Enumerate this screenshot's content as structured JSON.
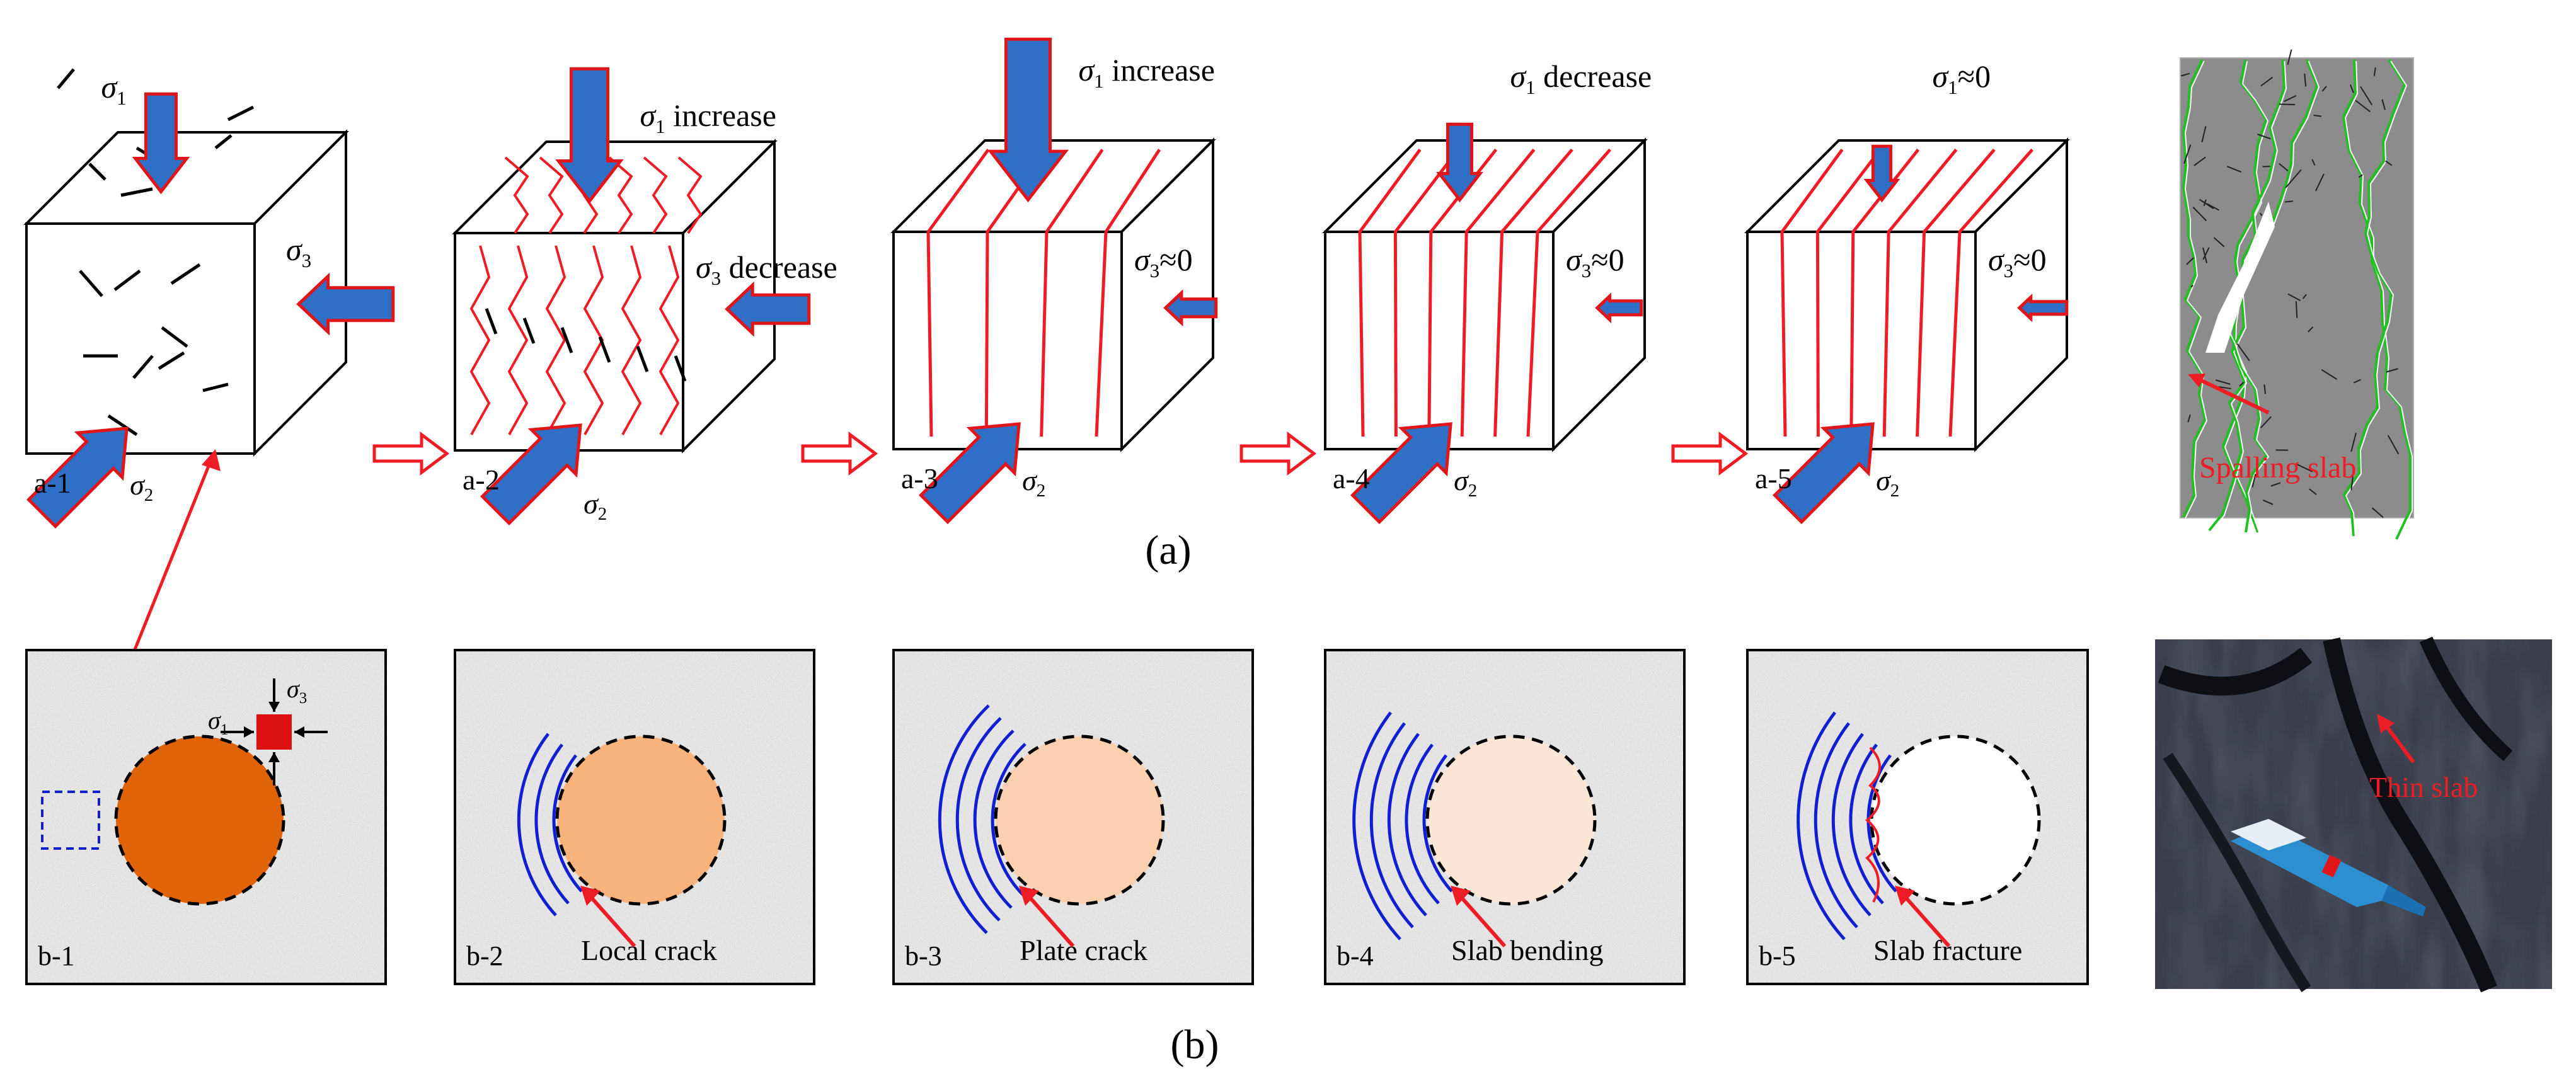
{
  "row_a": {
    "panels": [
      {
        "id": "a-1",
        "label": "a-1",
        "sigma1_note": "",
        "sigma3_note": ""
      },
      {
        "id": "a-2",
        "label": "a-2",
        "sigma1_note": "increase",
        "sigma3_note": "decrease"
      },
      {
        "id": "a-3",
        "label": "a-3",
        "sigma1_note": "increase",
        "sigma3_note": "≈0"
      },
      {
        "id": "a-4",
        "label": "a-4",
        "sigma1_note": "decrease",
        "sigma3_note": "≈0"
      },
      {
        "id": "a-5",
        "label": "a-5",
        "sigma1_note": "≈0",
        "sigma3_note": "≈0"
      }
    ],
    "sigma1": "σ1",
    "sigma2": "σ2",
    "sigma3": "σ3",
    "sim_annotation": "Spalling slab",
    "caption": "(a)"
  },
  "row_b": {
    "panels": [
      {
        "id": "b-1",
        "label": "b-1",
        "caption": "",
        "hole_color": "#e06305"
      },
      {
        "id": "b-2",
        "label": "b-2",
        "caption": "Local crack",
        "hole_color": "#f8b27c"
      },
      {
        "id": "b-3",
        "label": "b-3",
        "caption": "Plate crack",
        "hole_color": "#fbd0b0"
      },
      {
        "id": "b-4",
        "label": "b-4",
        "caption": "Slab bending",
        "hole_color": "#fde6d6"
      },
      {
        "id": "b-5",
        "label": "b-5",
        "caption": "Slab fracture",
        "hole_color": "#ffffff"
      }
    ],
    "sigma1": "σ1",
    "sigma3": "σ3",
    "photo_annotation": "Thin slab",
    "caption": "(b)"
  },
  "colors": {
    "arrow_fill": "#2f6fc6",
    "arrow_outline": "#e0161b",
    "crack_red": "#ee1c24",
    "crack_blue": "#1020d0",
    "sim_crack_green": "#20c020",
    "sim_background": "#8c8c8c"
  }
}
